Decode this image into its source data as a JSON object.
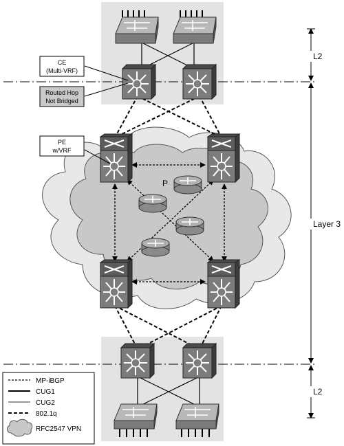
{
  "callouts": {
    "ce": [
      "CE",
      "(Multi-VRF)"
    ],
    "routed": [
      "Routed Hop",
      "Not Bridged"
    ],
    "pe": [
      "PE",
      "w/VRF"
    ]
  },
  "p_label": "P",
  "scale": {
    "l2_top": "L2",
    "layer3": "Layer 3",
    "l2_bottom": "L2"
  },
  "legend": {
    "mp_ibgp": "MP-iBGP",
    "cug1": "CUG1",
    "cug2": "CUG2",
    "dot1q": "802.1q",
    "vpn": "RFC2547 VPN"
  },
  "colors": {
    "cloud_outer": "#e8e8e8",
    "cloud_inner": "#c8c8c8",
    "site_box": "#e3e3e3",
    "device_body": "#7c7c7c",
    "device_top": "#4a4a4a",
    "callout_fill": "#c9c9c9"
  }
}
